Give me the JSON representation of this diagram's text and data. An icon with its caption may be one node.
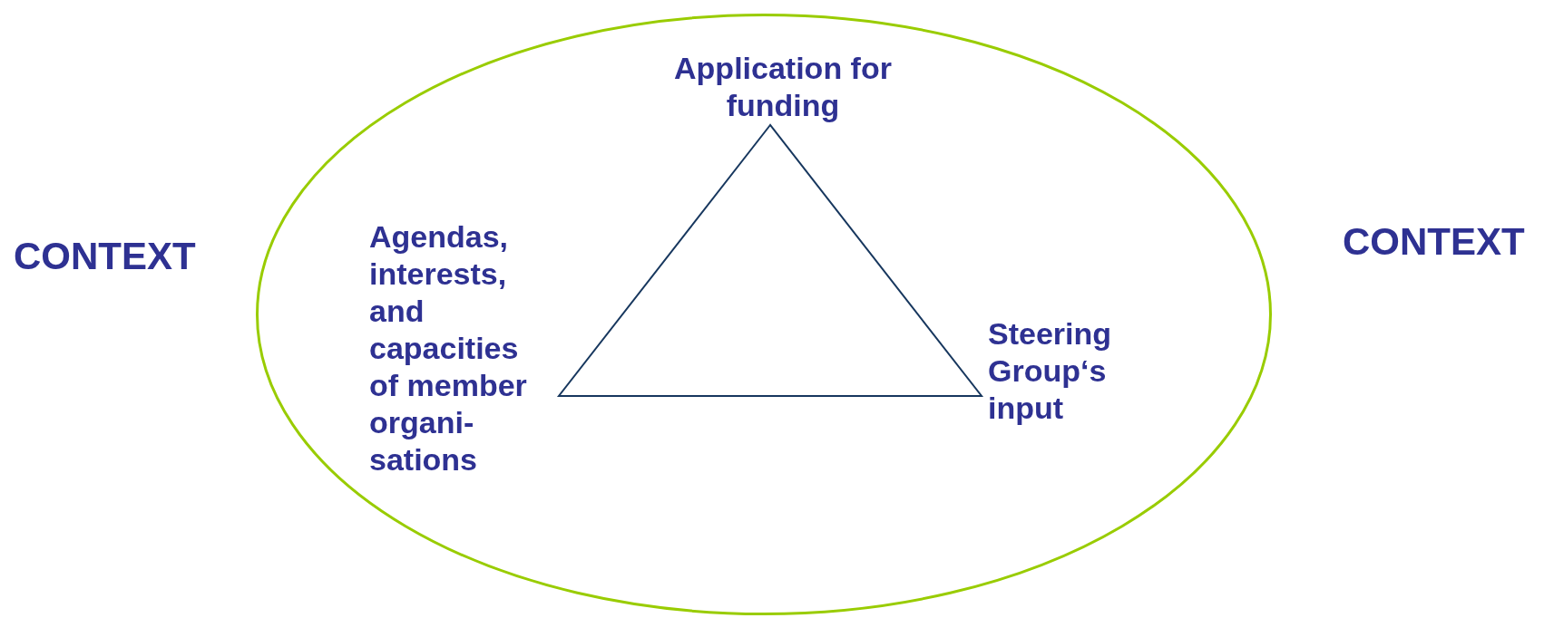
{
  "diagram": {
    "nodes": [
      {
        "text": [],
        "shape": "ellipse"
      },
      {
        "text": [],
        "shape": "triangle",
        "in": 0
      }
    ],
    "labels": [
      "CONTEXT",
      "Application for funding",
      "CONTEXT",
      "Agendas, interests, and capacities of member organi- sations",
      "Steering Group‘s input"
    ]
  }
}
